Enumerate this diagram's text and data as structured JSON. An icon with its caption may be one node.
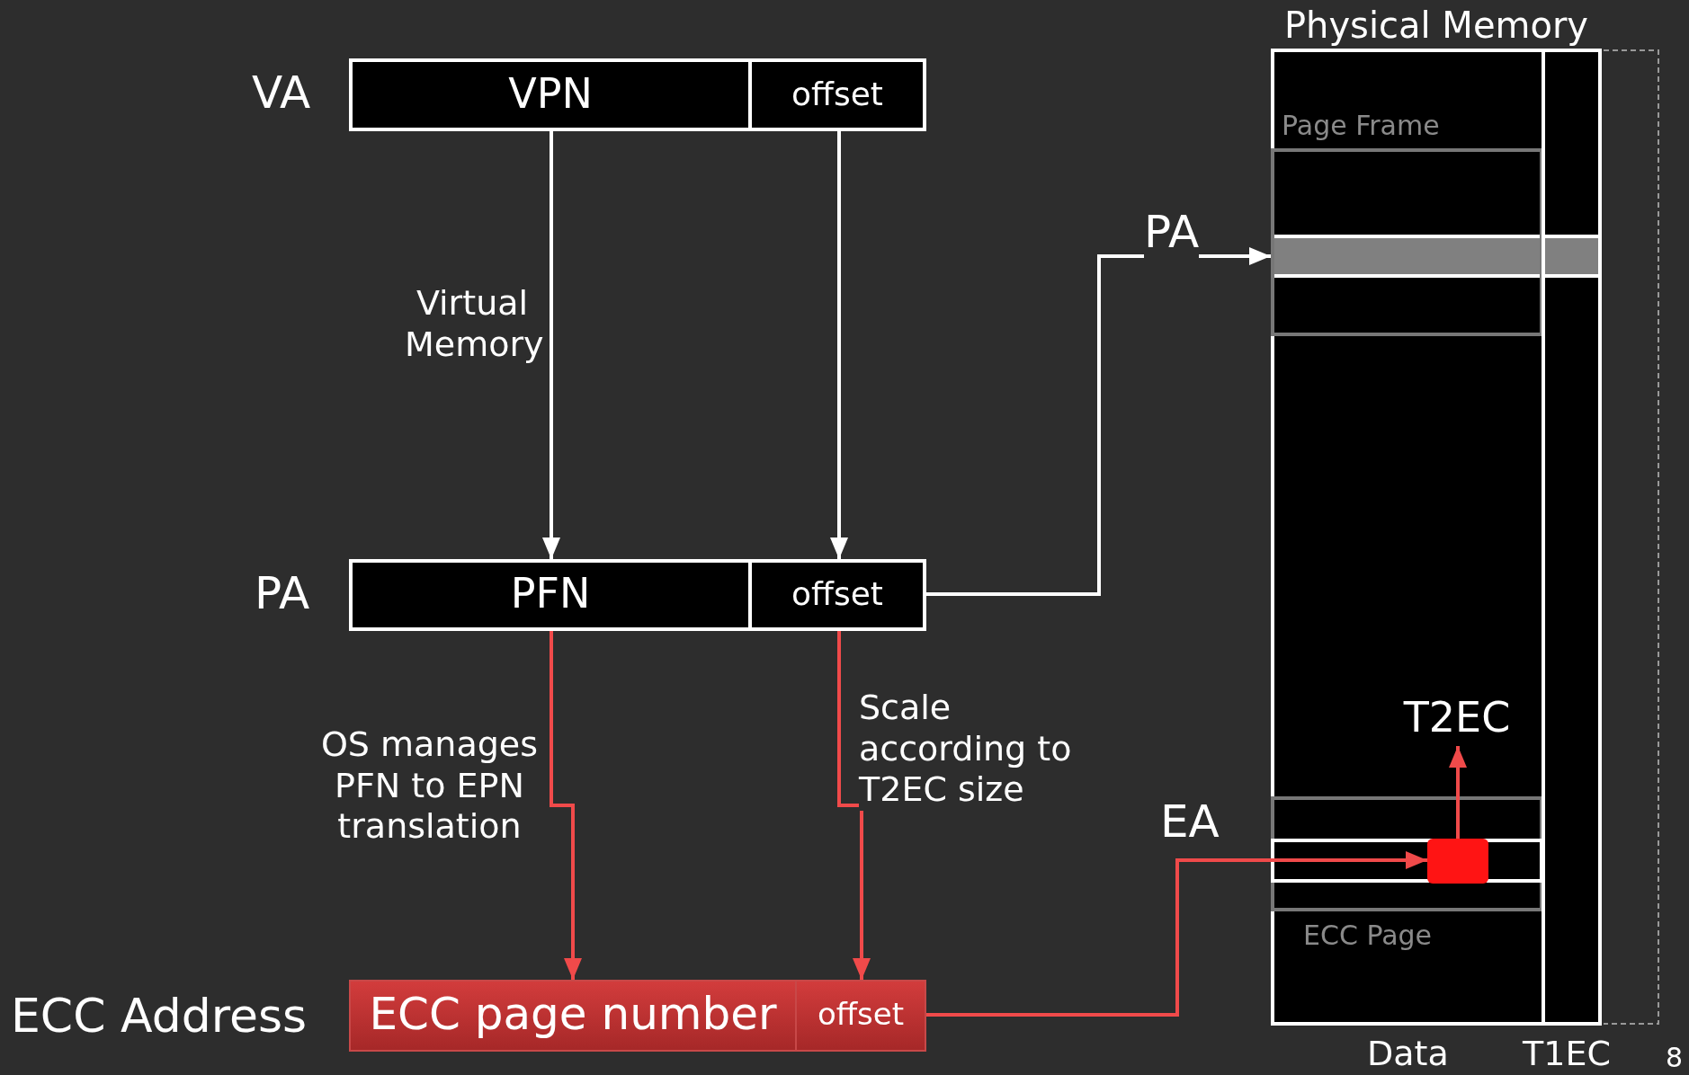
{
  "diagram": {
    "nodes": [
      {
        "text": [
          "VPN"
        ]
      },
      {
        "text": [
          "offset"
        ]
      },
      {
        "text": [
          "PFN"
        ]
      },
      {
        "text": [
          "offset"
        ]
      },
      {
        "text": [
          "ECC page number"
        ]
      },
      {
        "text": [
          "offset"
        ]
      },
      {
        "text": [
          "Physical Memory"
        ]
      },
      {
        "text": [],
        "shape": "bar",
        "in": 6
      },
      {
        "text": [
          "Page Frame"
        ],
        "in": 6
      },
      {
        "text": [
          "ECC Page"
        ],
        "in": 6
      },
      {
        "text": [],
        "shape": "bar",
        "in": 9
      },
      {
        "text": [],
        "shape": "box",
        "in": 10
      },
      {
        "text": [
          "T2EC"
        ],
        "in": 6
      }
    ],
    "edges": [
      {
        "from": 0,
        "to": 2,
        "arrow": "to",
        "label": "Virtual Memory",
        "color": "#ffffff"
      },
      {
        "from": 1,
        "to": 3,
        "arrow": "to",
        "color": "#ffffff"
      },
      {
        "from": 3,
        "to": 7,
        "arrow": "to",
        "label": "PA",
        "color": "#ffffff"
      },
      {
        "from": 2,
        "to": 4,
        "arrow": "to",
        "label": "OS manages PFN to EPN translation"
      },
      {
        "from": 3,
        "to": 5,
        "arrow": "to",
        "label": "Scale according to T2EC size"
      },
      {
        "from": 5,
        "to": 11,
        "arrow": "to",
        "label": "EA"
      },
      {
        "from": 11,
        "to": 12,
        "arrow": "to"
      }
    ],
    "labels": [
      "VA",
      "PA",
      "ECC Address",
      "Data",
      "T1EC",
      "8"
    ]
  }
}
